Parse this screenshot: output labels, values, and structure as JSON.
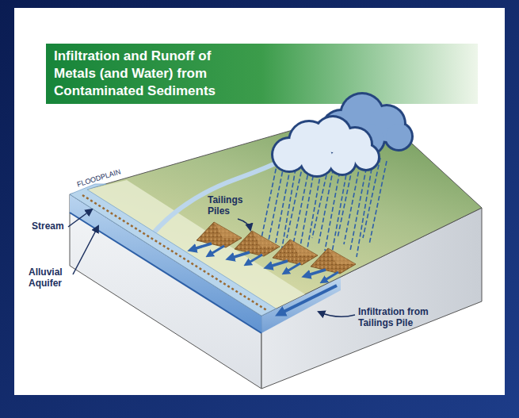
{
  "diagram": {
    "title": "Infiltration and Runoff of Metals (and Water) from Contaminated Sediments",
    "labels": [
      "FLOODPLAIN",
      "Tailings Piles",
      "Stream",
      "Alluvial Aquifer",
      "Infiltration from Tailings Pile"
    ]
  }
}
